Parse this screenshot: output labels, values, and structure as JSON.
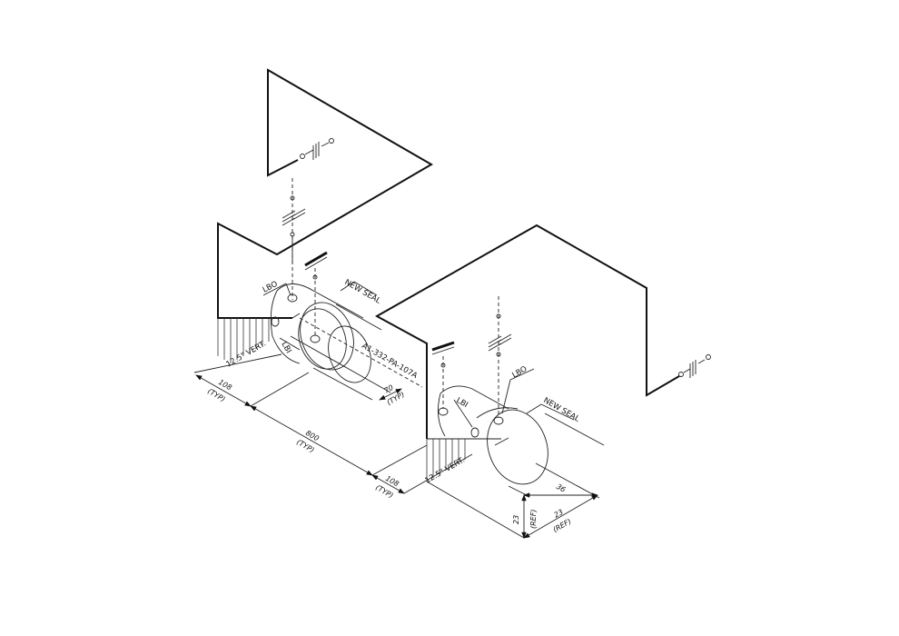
{
  "drawing": {
    "type": "isometric piping drawing",
    "labels": {
      "lbo_1": "LBO",
      "lbi_1": "LBI",
      "new_seal_1": "NEW SEAL",
      "vert_1": "12.5\" VERT.",
      "line_number": "A1-332-PA-107A",
      "lbo_2": "LBO",
      "lbi_2": "LBI",
      "new_seal_2": "NEW SEAL",
      "vert_2": "12.5\" VERT."
    },
    "dimensions": {
      "d108_left": "108",
      "d108_left_typ": "(TYP)",
      "d800": "800",
      "d800_typ": "(TYP)",
      "d108_right": "108",
      "d108_right_typ": "(TYP)",
      "d70": "70",
      "d70_typ": "(TYP)",
      "d36": "36",
      "d23_vert": "23",
      "d23_vert_ref": "(REF)",
      "d23_diag": "23",
      "d23_diag_ref": "(REF)"
    }
  }
}
